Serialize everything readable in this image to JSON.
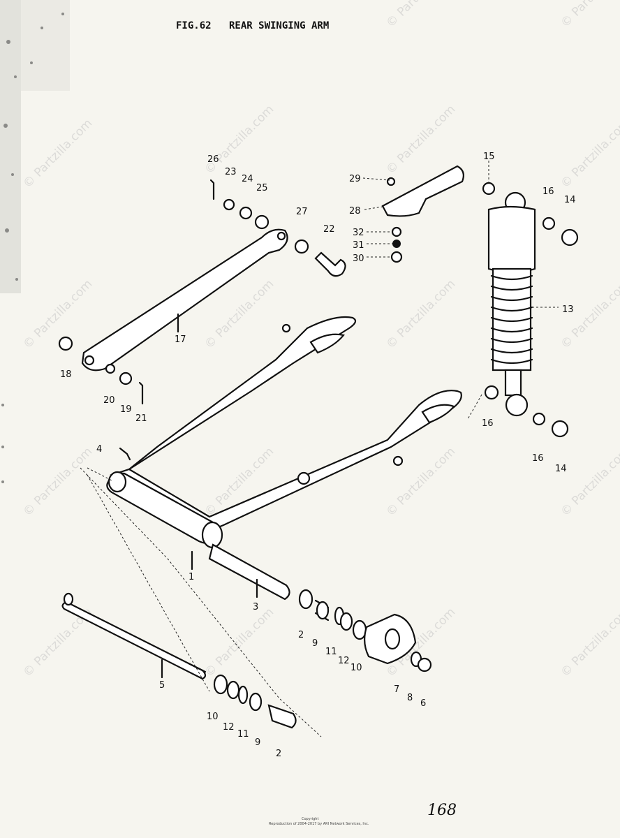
{
  "figure": {
    "fig_no": "FIG.62",
    "title": "REAR SWINGING ARM"
  },
  "page_number": "168",
  "watermark": "© Partzilla.com",
  "copyright": {
    "line1": "Copyright",
    "line2": "Reproduction of 2004-2017 by ARI Network Services, Inc."
  },
  "callouts": {
    "p1": "1",
    "p2a": "2",
    "p2b": "2",
    "p3": "3",
    "p4": "4",
    "p5": "5",
    "p6": "6",
    "p7": "7",
    "p8": "8",
    "p9a": "9",
    "p9b": "9",
    "p10a": "10",
    "p10b": "10",
    "p11a": "11",
    "p11b": "11",
    "p12a": "12",
    "p12b": "12",
    "p13": "13",
    "p14a": "14",
    "p14b": "14",
    "p15": "15",
    "p16a": "16",
    "p16b": "16",
    "p16c": "16",
    "p17": "17",
    "p18": "18",
    "p19": "19",
    "p20": "20",
    "p21": "21",
    "p22": "22",
    "p23": "23",
    "p24": "24",
    "p25": "25",
    "p26": "26",
    "p27": "27",
    "p28": "28",
    "p29": "29",
    "p30": "30",
    "p31": "31",
    "p32": "32"
  }
}
